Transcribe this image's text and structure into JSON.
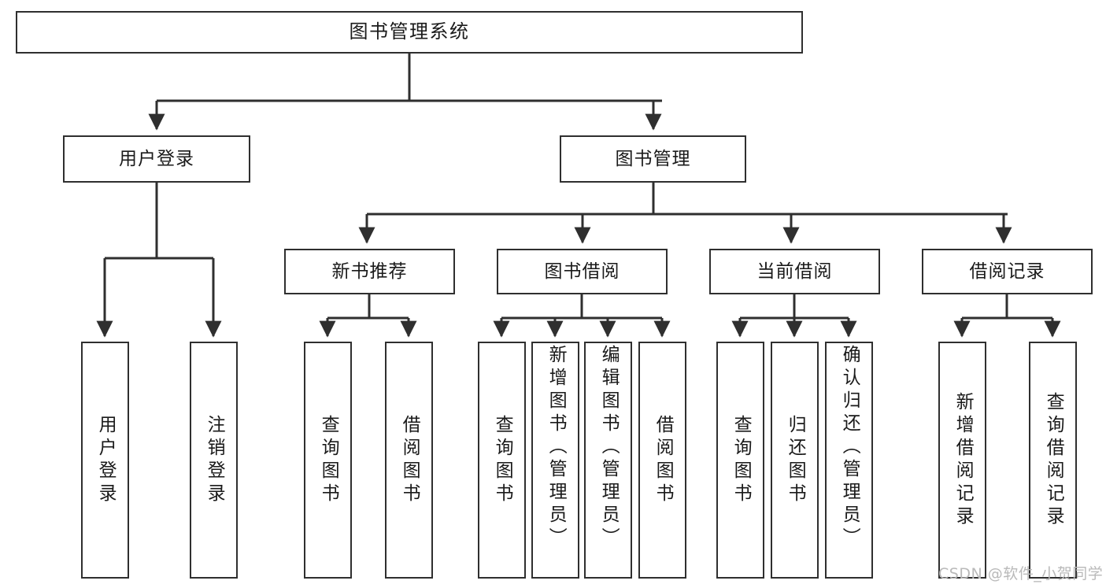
{
  "diagram": {
    "title": "图书管理系统",
    "type": "tree-hierarchy",
    "orientation": "top-down",
    "line_color": "#2f2f2f",
    "box_fill": "#ffffff",
    "text_color": "#1a1a1a",
    "nodes": {
      "root": {
        "label": "图书管理系统",
        "level": 1
      },
      "l2_user_login": {
        "label": "用户登录",
        "level": 2
      },
      "l2_book_manage": {
        "label": "图书管理",
        "level": 2
      },
      "l3_new_book_rec": {
        "label": "新书推荐",
        "level": 3
      },
      "l3_book_borrow": {
        "label": "图书借阅",
        "level": 3
      },
      "l3_current_borrow": {
        "label": "当前借阅",
        "level": 3
      },
      "l3_borrow_record": {
        "label": "借阅记录",
        "level": 3
      },
      "l4_user_login": {
        "label": "用户登录",
        "level": 4,
        "vertical": true
      },
      "l4_logout_login": {
        "label": "注销登录",
        "level": 4,
        "vertical": true
      },
      "l4_query_book_a": {
        "label": "查询图书",
        "level": 4,
        "vertical": true
      },
      "l4_borrow_book_a": {
        "label": "借阅图书",
        "level": 4,
        "vertical": true
      },
      "l4_query_book_b": {
        "label": "查询图书",
        "level": 4,
        "vertical": true
      },
      "l4_add_book": {
        "label": "新增图书（管理员）",
        "level": 4,
        "vertical": true
      },
      "l4_edit_book": {
        "label": "编辑图书（管理员）",
        "level": 4,
        "vertical": true
      },
      "l4_borrow_book_b": {
        "label": "借阅图书",
        "level": 4,
        "vertical": true
      },
      "l4_query_book_c": {
        "label": "查询图书",
        "level": 4,
        "vertical": true
      },
      "l4_return_book": {
        "label": "归还图书",
        "level": 4,
        "vertical": true
      },
      "l4_confirm_return": {
        "label": "确认归还（管理员）",
        "level": 4,
        "vertical": true
      },
      "l4_add_record": {
        "label": "新增借阅记录",
        "level": 4,
        "vertical": true
      },
      "l4_query_record": {
        "label": "查询借阅记录",
        "level": 4,
        "vertical": true
      }
    }
  },
  "watermark": {
    "text": "CSDN @软件_小贺同学"
  }
}
